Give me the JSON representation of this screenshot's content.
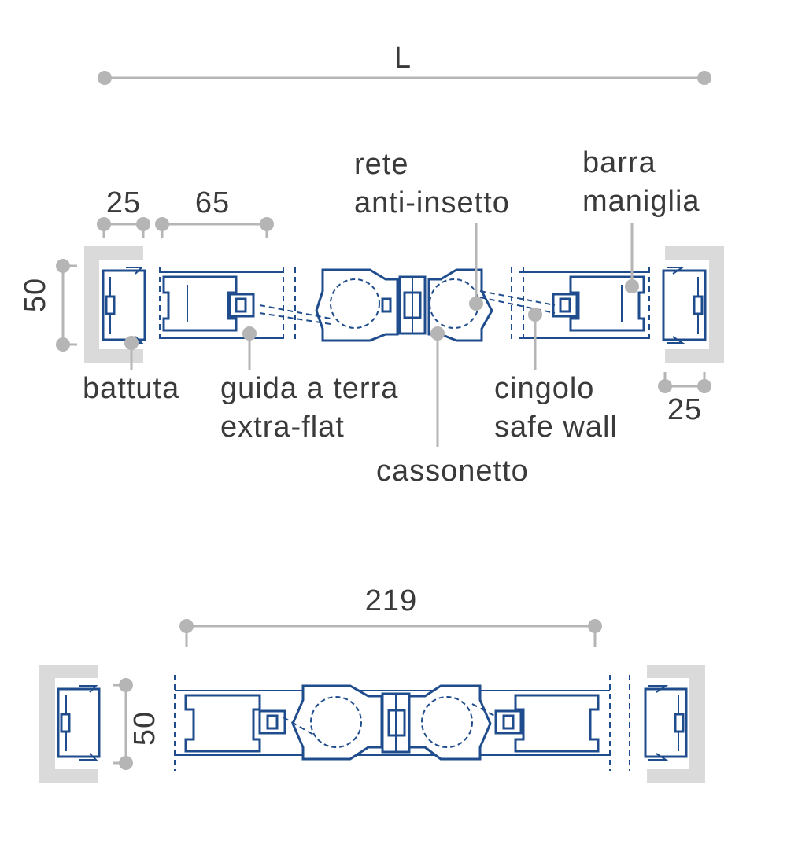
{
  "top_diagram": {
    "overall_dimension": "L",
    "dim_frame_depth": "25",
    "dim_profile_width": "65",
    "dim_height": "50",
    "dim_right_depth": "25",
    "labels": {
      "rete_line1": "rete",
      "rete_line2": "anti-insetto",
      "barra_line1": "barra",
      "barra_line2": "maniglia",
      "battuta": "battuta",
      "guida_line1": "guida a terra",
      "guida_line2": "extra-flat",
      "cingolo_line1": "cingolo",
      "cingolo_line2": "safe wall",
      "cassonetto": "cassonetto"
    }
  },
  "bottom_diagram": {
    "overall_dimension": "219",
    "dim_height": "50"
  },
  "colors": {
    "profile_stroke": "#1f4c8c",
    "dimension_gray": "#b5b5b5",
    "wall_fill": "#dadada",
    "text": "#3a3a3a"
  }
}
